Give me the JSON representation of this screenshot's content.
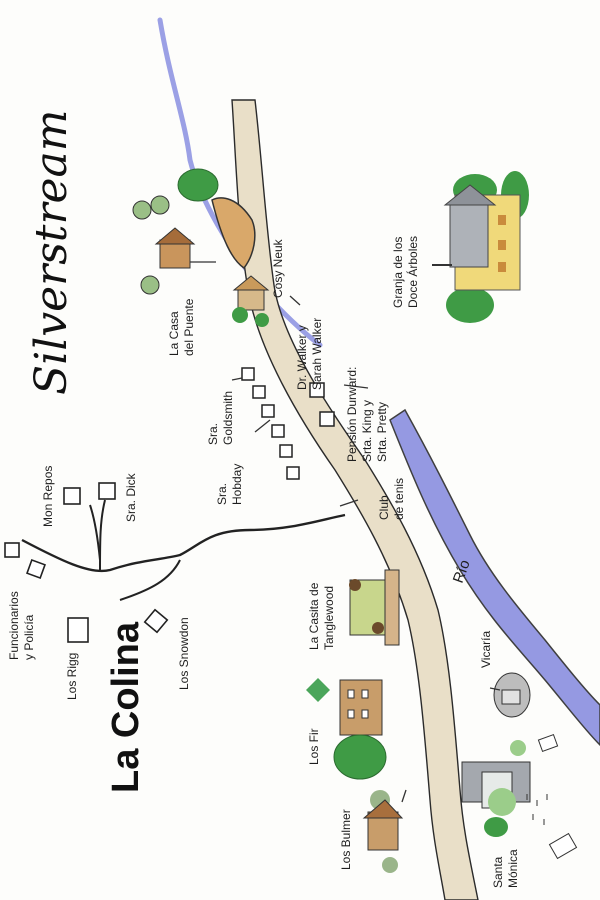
{
  "title": "Silverstream",
  "area_hill": "La Colina",
  "river": "Río",
  "places": {
    "funcionarios_1": "Funcionarios",
    "funcionarios_2": "y Policía",
    "mon_repos": "Mon Repos",
    "sra_dick": "Sra. Dick",
    "los_rigg": "Los Rigg",
    "los_snowdon": "Los Snowdon",
    "sra_hobday_1": "Sra.",
    "sra_hobday_2": "Hobday",
    "sra_goldsmith_1": "Sra.",
    "sra_goldsmith_2": "Goldsmith",
    "casa_puente_1": "La Casa",
    "casa_puente_2": "del Puente",
    "cosy_neuk": "Cosy Neuk",
    "walker_1": "Dr. Walker y",
    "walker_2": "Sarah Walker",
    "durward_1": "Pensión Durward:",
    "durward_2": "Srta. King y",
    "durward_3": "Srta. Pretty",
    "club_tenis_1": "Club",
    "club_tenis_2": "de tenis",
    "granja_1": "Granja de los",
    "granja_2": "Doce Árboles",
    "tanglewood_1": "La Casita de",
    "tanglewood_2": "Tanglewood",
    "los_fir": "Los Fir",
    "vicaria": "Vicaría",
    "los_bulmer": "Los Bulmer",
    "santa_monica_1": "Santa",
    "santa_monica_2": "Mónica"
  },
  "colors": {
    "river": "#8a8fe0",
    "road": "#e9dfc8",
    "tree": "#3f9b45",
    "wall": "#b48a5a"
  }
}
